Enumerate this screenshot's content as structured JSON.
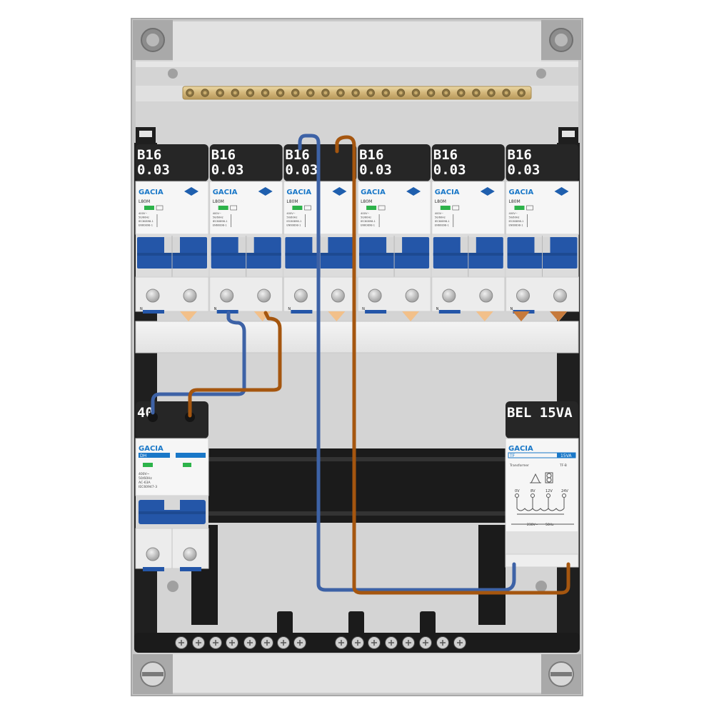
{
  "brand": "GACIA",
  "rcbo": {
    "label_line1": "B16",
    "label_line2": "0.03",
    "model": "L80M",
    "neutral_mark": "N",
    "spec_lines": [
      "400V~",
      "50/60Hz",
      "IEC60898-1",
      "EN60898-1"
    ],
    "units": [
      {
        "id": 1
      },
      {
        "id": 2
      },
      {
        "id": 3
      },
      {
        "id": 4
      },
      {
        "id": 5
      },
      {
        "id": 6
      }
    ]
  },
  "main_switch": {
    "label": "40",
    "model": "DH",
    "spec_lines": [
      "400V~",
      "50/60Hz",
      "AC-63A",
      "IEC60947-3"
    ]
  },
  "bell_transformer": {
    "label": "BEL 15VA",
    "model": "TF",
    "rating": "15VA",
    "type_text": "Transformer",
    "part_text": "TF-B",
    "terminals": [
      "0V",
      "8V",
      "12V",
      "24V"
    ],
    "input_text": "230V~",
    "freq_text": "50Hz"
  },
  "wires": {
    "neutral_color": "#3d62a6",
    "live_color": "#a5560f"
  },
  "colors": {
    "brand_blue": "#1a78c8",
    "toggle_blue": "#2456a8",
    "label_black": "#262626",
    "status_green": "#2db34a",
    "brass": "#d2b579",
    "enclosure": "#dcdcdc"
  }
}
